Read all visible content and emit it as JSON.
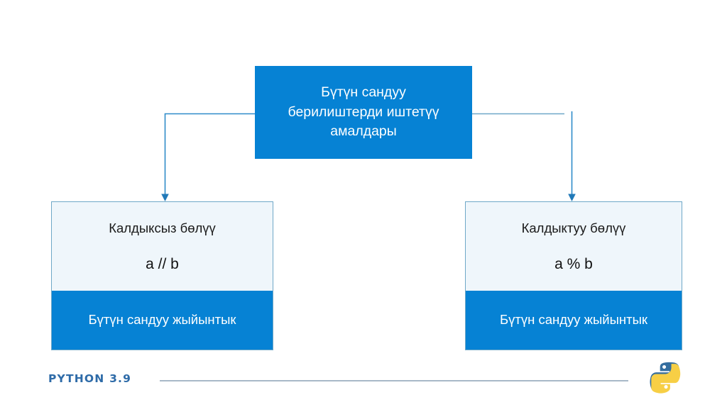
{
  "slide": {
    "background_color": "#FFFFFF",
    "accent_color": "#0682D4",
    "panel_fill_color": "#EFF6FB",
    "border_color": "#6FA8C8",
    "connector_color": "#2E8BC9",
    "footer_rule_color": "#A8B8C8",
    "brand_text_color": "#2E6BA8"
  },
  "diagram": {
    "type": "flowchart",
    "root": {
      "label": "Бүтүн сандуу\nберилиштерди иштетүү\nамалдары"
    },
    "children": [
      {
        "title": "Калдыксыз бөлүү",
        "expression": "a // b",
        "footer": "Бүтүн сандуу жыйынтык"
      },
      {
        "title": "Калдыктуу бөлүү",
        "expression": "a % b",
        "footer": "Бүтүн сандуу жыйынтык"
      }
    ]
  },
  "footer": {
    "brand": "Python 3.9",
    "logo_icon": "python-logo-icon",
    "logo_colors": {
      "top_snake": "#356E9F",
      "bottom_snake": "#F7CF45"
    }
  }
}
